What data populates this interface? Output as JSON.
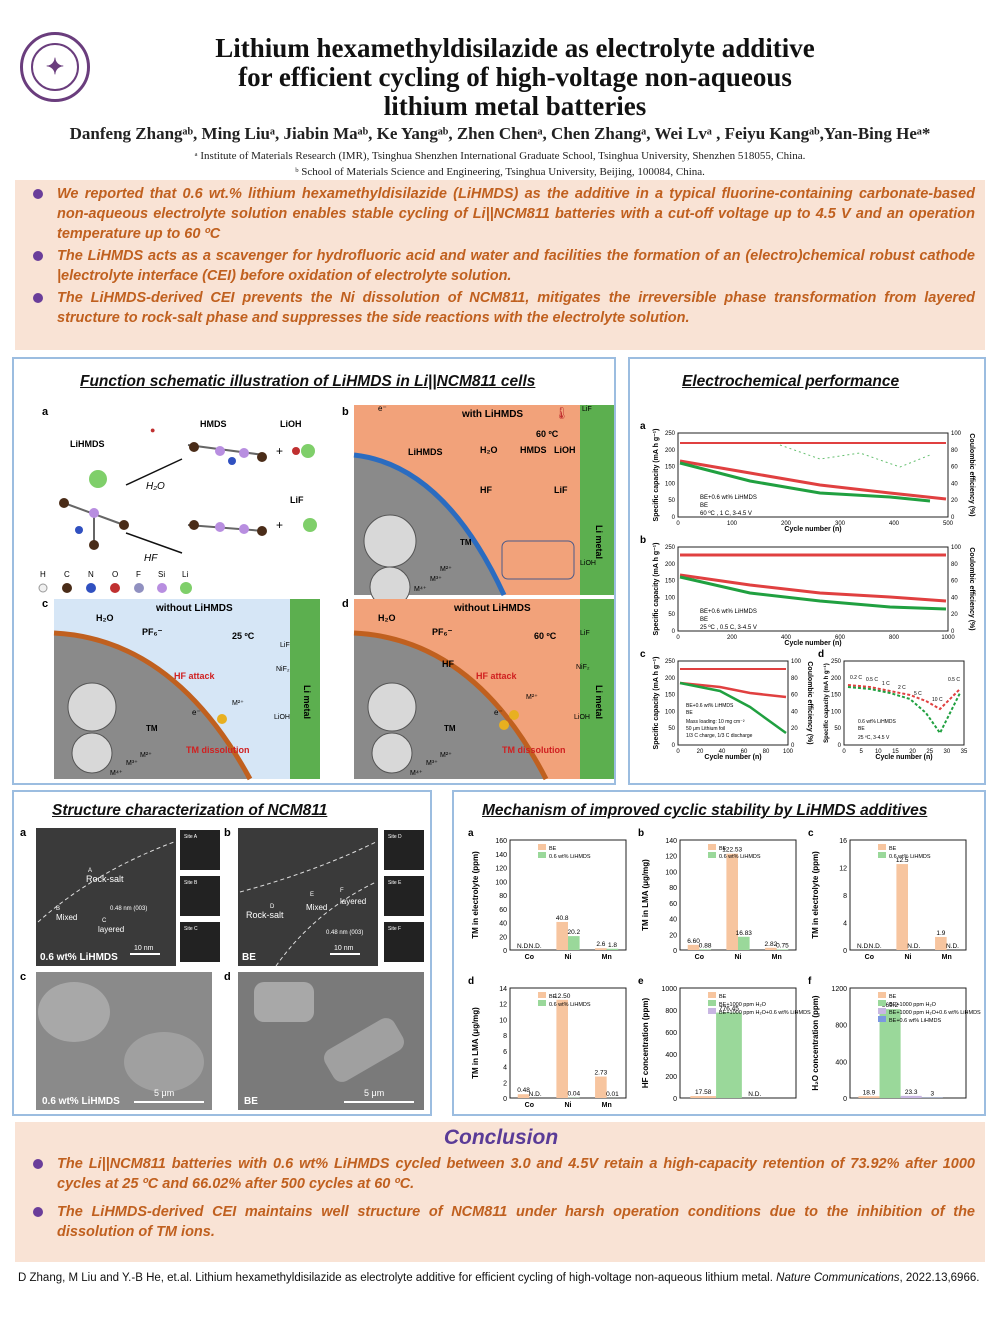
{
  "header": {
    "title_lines": [
      "Lithium hexamethyldisilazide as electrolyte additive",
      "for efficient cycling of high-voltage non-aqueous",
      "lithium metal batteries"
    ],
    "authors": "Danfeng Zhangᵃᵇ, Ming Liuᵃ, Jiabin Maᵃᵇ, Ke Yangᵃᵇ, Zhen Chenᵃ, Chen Zhangᵃ, Wei Lvᵃ , Feiyu Kangᵃᵇ,Yan-Bing Heᵃ*",
    "affiliation_a": "ᵃ Institute of Materials Research (IMR), Tsinghua Shenzhen International Graduate School, Tsinghua University, Shenzhen 518055, China.",
    "affiliation_b": "ᵇ School of Materials Science and Engineering, Tsinghua University, Beijing, 100084, China."
  },
  "highlights": [
    "We reported that 0.6 wt.% lithium hexamethyldisilazide (LiHMDS) as the additive in a typical fluorine-containing carbonate-based non-aqueous electrolyte solution enables stable cycling of Li||NCM811 batteries with a cut-off voltage up to 4.5 V and an operation temperature up to 60 ºC",
    "The LiHMDS acts as a scavenger for hydrofluoric acid and water and facilities the formation of an (electro)chemical robust cathode |electrolyte interface (CEI) before oxidation of electrolyte solution.",
    "The LiHMDS-derived CEI prevents the Ni dissolution of NCM811, mitigates the irreversible phase transformation from layered structure to rock-salt phase and suppresses the side reactions with the electrolyte solution."
  ],
  "schematic": {
    "title": "Function schematic illustration of LiHMDS in Li||NCM811 cells",
    "a": {
      "label": "a",
      "reactant": "LiHMDS",
      "p1": "HMDS",
      "p2": "LiOH",
      "p3": "LiF",
      "r1": "H₂O",
      "r2": "HF",
      "plus": "+",
      "legend": [
        "H",
        "C",
        "N",
        "O",
        "F",
        "Si",
        "Li"
      ]
    },
    "b": {
      "label": "b",
      "head": "with LiHMDS",
      "temp": "60 ºC",
      "t1": "LiHMDS",
      "t2": "H₂O",
      "t3": "HMDS",
      "t4": "LiOH",
      "t5": "HF",
      "t6": "LiF",
      "tm": "TM",
      "m2": "M²⁺",
      "m3": "M³⁺",
      "m4": "M⁴⁺",
      "e": "e⁻",
      "lif": "LiF",
      "lioh": "LiOH",
      "li": "Li metal"
    },
    "c": {
      "label": "c",
      "head": "without LiHMDS",
      "temp": "25 ºC",
      "h2o": "H₂O",
      "pf6": "PF₆⁻",
      "hf": "HF attack",
      "tm": "TM",
      "diss": "TM dissolution",
      "m2": "M²⁺",
      "m3": "M³⁺",
      "m4": "M⁴⁺",
      "mx": "M²⁺",
      "e": "e⁻",
      "lif": "LiF",
      "nif": "NiF₂",
      "lioh": "LiOH",
      "li": "Li metal"
    },
    "d": {
      "label": "d",
      "head": "without LiHMDS",
      "temp": "60 ºC",
      "h2o": "H₂O",
      "pf6": "PF₆⁻",
      "hf": "HF attack",
      "hf2": "HF",
      "tm": "TM",
      "diss": "TM dissolution",
      "m2": "M²⁺",
      "m3": "M³⁺",
      "m4": "M⁴⁺",
      "mx": "M²⁺",
      "e": "e⁻",
      "lif": "LiF",
      "nif": "NiF₂",
      "lioh": "LiOH",
      "li": "Li metal"
    }
  },
  "electro": {
    "title": "Electrochemical performance",
    "labels": [
      "a",
      "b",
      "c",
      "d"
    ],
    "ylabel": "Specific capacity (mA h g⁻¹)",
    "y2label": "Coulombic efficiency (%)",
    "xlabel": "Cycle number (n)",
    "a_legend": [
      "BE+0.6 wt% LiHMDS",
      "BE",
      "60 ºC , 1 C, 3-4.5 V"
    ],
    "b_legend": [
      "BE+0.6 wt% LiHMDS",
      "BE",
      "25 ºC , 0.5 C, 3-4.5 V"
    ],
    "c_legend": [
      "BE+0.6 wt% LiHMDS",
      "BE",
      "Mass loading: 10 mg cm⁻²",
      "50 μm Lithium foil",
      "1/3 C charge, 1/3 C discharge"
    ],
    "d_legend": [
      "0.6 wt% LiHMDS",
      "BE",
      "25 ºC, 3-4.5 V"
    ],
    "d_rates": [
      "0.2 C",
      "0.5 C",
      "1 C",
      "2 C",
      "5 C",
      "10 C",
      "0.5 C"
    ],
    "a_x": [
      "0",
      "100",
      "200",
      "300",
      "400",
      "500"
    ],
    "a_y": [
      "0",
      "50",
      "100",
      "150",
      "200",
      "250"
    ],
    "a_y2": [
      "0",
      "20",
      "40",
      "60",
      "80",
      "100"
    ],
    "b_x": [
      "0",
      "200",
      "400",
      "600",
      "800",
      "1000"
    ],
    "b_y": [
      "0",
      "50",
      "100",
      "150",
      "200",
      "250"
    ],
    "b_y2": [
      "0",
      "20",
      "40",
      "60",
      "80",
      "100"
    ],
    "c_x": [
      "0",
      "20",
      "40",
      "60",
      "80",
      "100"
    ],
    "c_y": [
      "0",
      "50",
      "100",
      "150",
      "200",
      "250"
    ],
    "c_y2": [
      "0",
      "20",
      "40",
      "60",
      "80",
      "100"
    ],
    "d_x": [
      "0",
      "5",
      "10",
      "15",
      "20",
      "25",
      "30",
      "35"
    ],
    "d_y": [
      "0",
      "50",
      "100",
      "150",
      "200",
      "250"
    ]
  },
  "structure": {
    "title": "Structure characterization of NCM811",
    "labels": [
      "a",
      "b",
      "c",
      "d"
    ],
    "a_text": [
      "Rock-salt",
      "Mixed",
      "layered",
      "0.48 nm (003)",
      "10 nm",
      "0.6 wt% LiHMDS"
    ],
    "a_sites": [
      "Site A",
      "Site B",
      "Site C"
    ],
    "a_marks": [
      "A",
      "B",
      "C"
    ],
    "b_text": [
      "Rock-salt",
      "Mixed",
      "layered",
      "0.48 nm (003)",
      "10 nm",
      "BE"
    ],
    "b_sites": [
      "Site D",
      "Site E",
      "Site F"
    ],
    "b_marks": [
      "D",
      "E",
      "F"
    ],
    "c_text": [
      "0.6 wt% LiHMDS",
      "5 μm"
    ],
    "d_text": [
      "BE",
      "5 μm"
    ]
  },
  "mechanism": {
    "title": "Mechanism of improved cyclic stability by LiHMDS additives"
  },
  "chart_data": [
    {
      "type": "bar",
      "label": "a",
      "categories": [
        "Co",
        "Ni",
        "Mn"
      ],
      "ylabel": "TM in electrolyte (ppm)",
      "ylim": [
        0,
        160
      ],
      "yticks": [
        "0",
        "20",
        "40",
        "60",
        "80",
        "100",
        "120",
        "140",
        "160"
      ],
      "series": [
        {
          "name": "BE",
          "color": "#f7c59f",
          "values": [
            0,
            40.8,
            2.6
          ],
          "labels": [
            "N.D.",
            "40.8",
            "2.6"
          ]
        },
        {
          "name": "0.6 wt% LiHMDS",
          "color": "#9ad89a",
          "values": [
            0,
            20.2,
            1.8
          ],
          "labels": [
            "N.D.",
            "20.2",
            "1.8"
          ]
        }
      ]
    },
    {
      "type": "bar",
      "label": "b",
      "categories": [
        "Co",
        "Ni",
        "Mn"
      ],
      "ylabel": "TM in LMA (μg/mg)",
      "ylim": [
        0,
        140
      ],
      "yticks": [
        "0",
        "20",
        "40",
        "60",
        "80",
        "100",
        "120",
        "140"
      ],
      "series": [
        {
          "name": "BE",
          "color": "#f7c59f",
          "values": [
            6.6,
            122.53,
            2.82
          ],
          "labels": [
            "6.60",
            "122.53",
            "2.82"
          ]
        },
        {
          "name": "0.6 wt% LiHMDS",
          "color": "#9ad89a",
          "values": [
            0.88,
            16.83,
            0.75
          ],
          "labels": [
            "0.88",
            "16.83",
            "0.75"
          ]
        }
      ]
    },
    {
      "type": "bar",
      "label": "c",
      "categories": [
        "Co",
        "Ni",
        "Mn"
      ],
      "ylabel": "TM in electrolyte (ppm)",
      "ylim": [
        0,
        16
      ],
      "yticks": [
        "0",
        "4",
        "8",
        "12",
        "16"
      ],
      "series": [
        {
          "name": "BE",
          "color": "#f7c59f",
          "values": [
            0,
            12.5,
            1.9
          ],
          "labels": [
            "N.D.",
            "12.5",
            "1.9"
          ]
        },
        {
          "name": "0.6 wt% LiHMDS",
          "color": "#9ad89a",
          "values": [
            0,
            0,
            0
          ],
          "labels": [
            "N.D.",
            "N.D.",
            "N.D."
          ]
        }
      ]
    },
    {
      "type": "bar",
      "label": "d",
      "categories": [
        "Co",
        "Ni",
        "Mn"
      ],
      "ylabel": "TM in LMA (μg/mg)",
      "ylim": [
        0,
        14
      ],
      "yticks": [
        "0",
        "2",
        "4",
        "6",
        "8",
        "10",
        "12",
        "14"
      ],
      "series": [
        {
          "name": "BE",
          "color": "#f7c59f",
          "values": [
            0.48,
            12.5,
            2.73
          ],
          "labels": [
            "0.48",
            "12.50",
            "2.73"
          ]
        },
        {
          "name": "0.6 wt% LiHMDS",
          "color": "#9ad89a",
          "values": [
            0,
            0.04,
            0.01
          ],
          "labels": [
            "N.D.",
            "0.04",
            "0.01"
          ]
        }
      ]
    },
    {
      "type": "bar",
      "label": "e",
      "categories": [],
      "ylabel": "HF concentration (ppm)",
      "ylim": [
        0,
        1000
      ],
      "yticks": [
        "0",
        "200",
        "400",
        "600",
        "800",
        "1000"
      ],
      "series": [
        {
          "name": "BE",
          "color": "#f7c59f",
          "values": [
            17.58
          ],
          "labels": [
            "17.58"
          ]
        },
        {
          "name": "BE+1000 ppm H₂O",
          "color": "#9ad89a",
          "values": [
            776.45
          ],
          "labels": [
            "776.45"
          ]
        },
        {
          "name": "BE+1000 ppm H₂O+0.6 wt% LiHMDS",
          "color": "#c8b6e2",
          "values": [
            0
          ],
          "labels": [
            "N.D."
          ]
        }
      ]
    },
    {
      "type": "bar",
      "label": "f",
      "categories": [],
      "ylabel": "H₂O concentration (ppm)",
      "ylim": [
        0,
        1200
      ],
      "yticks": [
        "0",
        "400",
        "800",
        "1200"
      ],
      "series": [
        {
          "name": "BE",
          "color": "#f7c59f",
          "values": [
            18.9
          ],
          "labels": [
            "18.9"
          ]
        },
        {
          "name": "BE+1000 ppm H₂O",
          "color": "#9ad89a",
          "values": [
            969.2
          ],
          "labels": [
            "969.2"
          ]
        },
        {
          "name": "BE+1000 ppm H₂O+0.6 wt% LiHMDS",
          "color": "#c8b6e2",
          "values": [
            23.3
          ],
          "labels": [
            "23.3"
          ]
        },
        {
          "name": "BE+0.6 wt% LiHMDS",
          "color": "#7b98e0",
          "values": [
            3
          ],
          "labels": [
            "3"
          ]
        }
      ]
    }
  ],
  "conclusion": {
    "title": "Conclusion",
    "points": [
      "The Li||NCM811 batteries with 0.6 wt% LiHMDS cycled between 3.0 and 4.5V retain a high-capacity retention of 73.92% after 1000 cycles at 25 ºC and 66.02% after 500 cycles at 60 ºC.",
      "The LiHMDS-derived CEI  maintains well structure of NCM811 under harsh operation conditions due to the inhibition of the dissolution of TM ions."
    ]
  },
  "reference": {
    "pre": "D Zhang, M Liu and Y.-B He, et.al. Lithium hexamethyldisilazide as electrolyte additive for efficient cycling of high-voltage non-aqueous lithium metal. ",
    "journal": "Nature Communications",
    "post": ", 2022.13,6966."
  },
  "colors": {
    "accent_orange": "#c0601f",
    "band": "#f9e3d5",
    "panel_border": "#9cbde0",
    "purple": "#5a3b97"
  }
}
